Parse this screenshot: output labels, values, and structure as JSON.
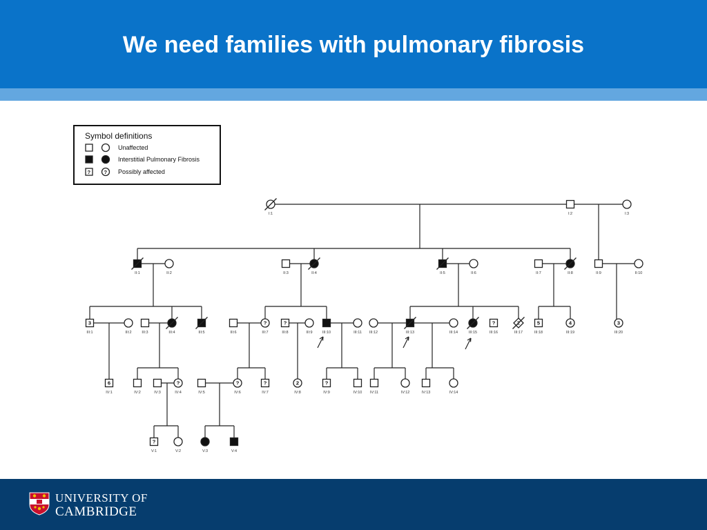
{
  "slide": {
    "title": "We need families with pulmonary fibrosis",
    "logo_line1": "UNIVERSITY OF",
    "logo_line2": "CAMBRIDGE"
  },
  "legend": {
    "title": "Symbol definitions",
    "items": [
      "Unaffected",
      "Interstitial Pulmonary Fibrosis",
      "Possibly affected"
    ]
  },
  "colors": {
    "header": "#0a73c9",
    "stripe": "#63a7e0",
    "footer": "#063d6e"
  },
  "pedigree": {
    "individuals": [
      {
        "id": "I:1",
        "sex": "f",
        "status": "unaffected",
        "deceased": true
      },
      {
        "id": "I:2",
        "sex": "m",
        "status": "unaffected"
      },
      {
        "id": "I:3",
        "sex": "f",
        "status": "unaffected"
      },
      {
        "id": "II:1",
        "sex": "m",
        "status": "affected",
        "deceased": true
      },
      {
        "id": "II:2",
        "sex": "f",
        "status": "unaffected"
      },
      {
        "id": "II:3",
        "sex": "m",
        "status": "unaffected"
      },
      {
        "id": "II:4",
        "sex": "f",
        "status": "affected",
        "deceased": true
      },
      {
        "id": "II:5",
        "sex": "m",
        "status": "affected",
        "deceased": true
      },
      {
        "id": "II:6",
        "sex": "f",
        "status": "unaffected"
      },
      {
        "id": "II:7",
        "sex": "m",
        "status": "unaffected"
      },
      {
        "id": "II:8",
        "sex": "f",
        "status": "affected",
        "deceased": true
      },
      {
        "id": "II:9",
        "sex": "m",
        "status": "unaffected"
      },
      {
        "id": "II:10",
        "sex": "f",
        "status": "unaffected"
      },
      {
        "id": "III:1",
        "sex": "m",
        "status": "count",
        "count": "3"
      },
      {
        "id": "III:2",
        "sex": "f",
        "status": "unaffected"
      },
      {
        "id": "III:3",
        "sex": "m",
        "status": "unaffected"
      },
      {
        "id": "III:4",
        "sex": "f",
        "status": "affected",
        "deceased": true
      },
      {
        "id": "III:5",
        "sex": "m",
        "status": "affected",
        "deceased": true
      },
      {
        "id": "III:6",
        "sex": "m",
        "status": "unaffected"
      },
      {
        "id": "III:7",
        "sex": "f",
        "status": "possible"
      },
      {
        "id": "III:8",
        "sex": "m",
        "status": "possible"
      },
      {
        "id": "III:9",
        "sex": "f",
        "status": "unaffected"
      },
      {
        "id": "III:10",
        "sex": "m",
        "status": "affected",
        "proband": true
      },
      {
        "id": "III:11",
        "sex": "f",
        "status": "unaffected"
      },
      {
        "id": "III:12",
        "sex": "f",
        "status": "unaffected"
      },
      {
        "id": "III:13",
        "sex": "m",
        "status": "affected",
        "deceased": true,
        "proband": true
      },
      {
        "id": "III:14",
        "sex": "f",
        "status": "unaffected"
      },
      {
        "id": "III:15",
        "sex": "f",
        "status": "affected",
        "deceased": true,
        "proband": true
      },
      {
        "id": "III:16",
        "sex": "m",
        "status": "possible"
      },
      {
        "id": "III:17",
        "sex": "d",
        "status": "count",
        "count": "2",
        "deceased": true
      },
      {
        "id": "III:18",
        "sex": "m",
        "status": "count",
        "count": "5"
      },
      {
        "id": "III:19",
        "sex": "f",
        "status": "count",
        "count": "4"
      },
      {
        "id": "III:20",
        "sex": "f",
        "status": "count",
        "count": "3"
      },
      {
        "id": "IV:1",
        "sex": "m",
        "status": "count",
        "count": "6"
      },
      {
        "id": "IV:2",
        "sex": "m",
        "status": "unaffected"
      },
      {
        "id": "IV:3",
        "sex": "m",
        "status": "unaffected"
      },
      {
        "id": "IV:4",
        "sex": "f",
        "status": "possible"
      },
      {
        "id": "IV:5",
        "sex": "m",
        "status": "unaffected"
      },
      {
        "id": "IV:6",
        "sex": "f",
        "status": "possible"
      },
      {
        "id": "IV:7",
        "sex": "m",
        "status": "possible"
      },
      {
        "id": "IV:8",
        "sex": "f",
        "status": "count",
        "count": "2"
      },
      {
        "id": "IV:9",
        "sex": "m",
        "status": "possible"
      },
      {
        "id": "IV:10",
        "sex": "m",
        "status": "unaffected"
      },
      {
        "id": "IV:11",
        "sex": "m",
        "status": "unaffected"
      },
      {
        "id": "IV:12",
        "sex": "f",
        "status": "unaffected"
      },
      {
        "id": "IV:13",
        "sex": "m",
        "status": "unaffected"
      },
      {
        "id": "IV:14",
        "sex": "f",
        "status": "unaffected"
      },
      {
        "id": "V:1",
        "sex": "m",
        "status": "possible"
      },
      {
        "id": "V:2",
        "sex": "f",
        "status": "unaffected"
      },
      {
        "id": "V:3",
        "sex": "f",
        "status": "affected"
      },
      {
        "id": "V:4",
        "sex": "m",
        "status": "affected"
      }
    ]
  }
}
